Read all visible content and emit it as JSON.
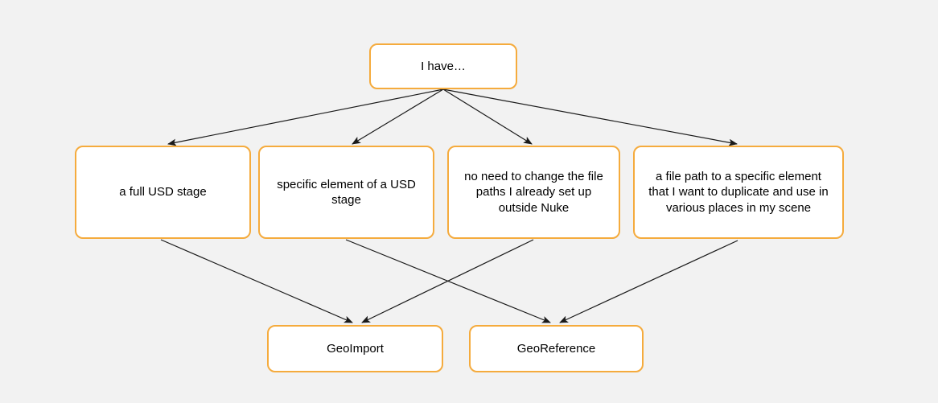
{
  "diagram": {
    "type": "flowchart",
    "colors": {
      "background": "#f2f2f2",
      "node_border": "#f5ab3d",
      "node_fill": "#ffffff",
      "arrow": "#1a1a1a",
      "text": "#000000"
    },
    "nodes": {
      "root": {
        "label": "I have…"
      },
      "option1": {
        "label": "a full USD stage"
      },
      "option2": {
        "label": "specific element of a USD stage"
      },
      "option3": {
        "label": "no need to change the file paths I already set up outside Nuke"
      },
      "option4": {
        "label": "a file path to a specific element that I want to duplicate and use in various places in my scene"
      },
      "geoimport": {
        "label": "GeoImport"
      },
      "georeference": {
        "label": "GeoReference"
      }
    },
    "edges": [
      {
        "from": "root",
        "to": "option1"
      },
      {
        "from": "root",
        "to": "option2"
      },
      {
        "from": "root",
        "to": "option3"
      },
      {
        "from": "root",
        "to": "option4"
      },
      {
        "from": "option1",
        "to": "geoimport"
      },
      {
        "from": "option3",
        "to": "geoimport"
      },
      {
        "from": "option2",
        "to": "georeference"
      },
      {
        "from": "option4",
        "to": "georeference"
      }
    ]
  }
}
